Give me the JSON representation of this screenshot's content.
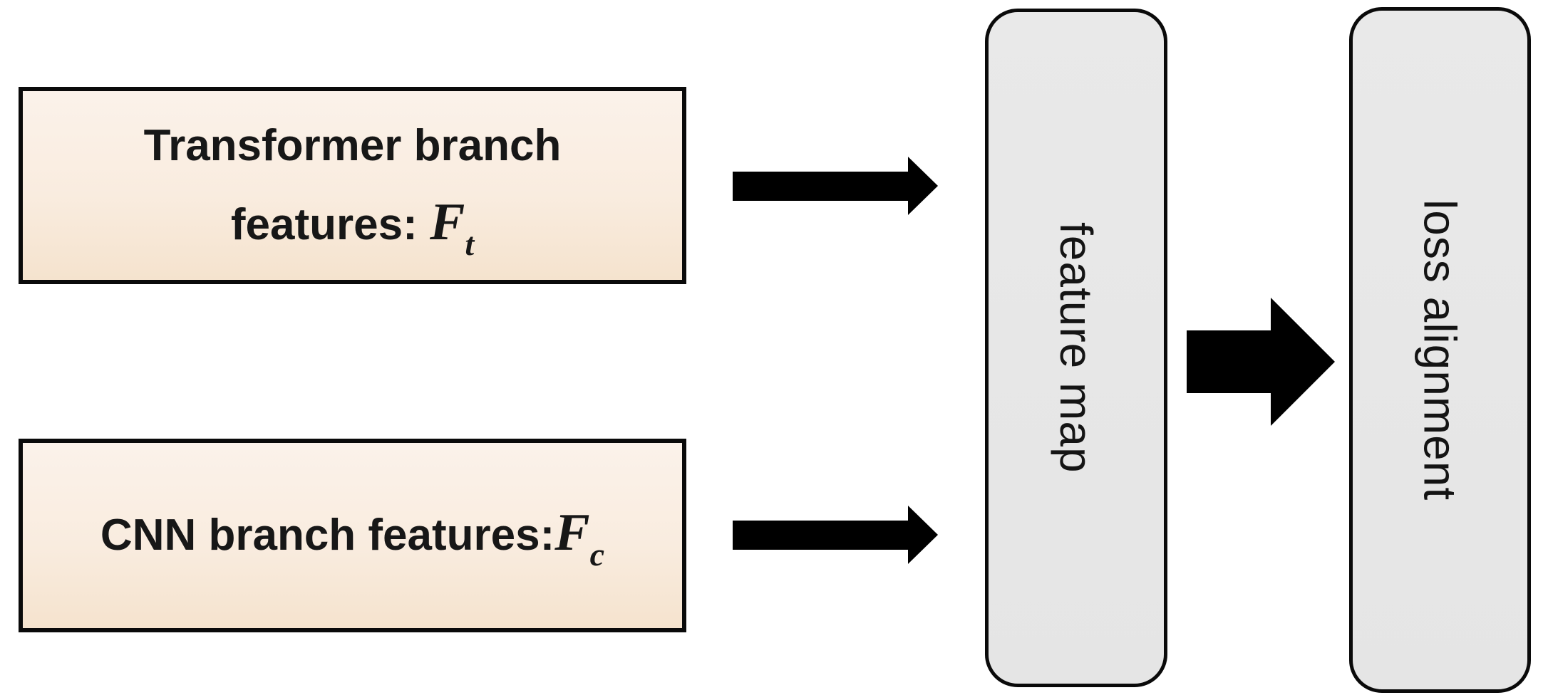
{
  "diagram": {
    "background": "#FFFFFF",
    "colors": {
      "feature_box_fill_top": "#FBF2EA",
      "feature_box_fill_bottom": "#F5E3CE",
      "panel_fill": "#E6E6E6",
      "border": "#000000",
      "arrow": "#000000"
    },
    "nodes": {
      "transformer": {
        "line1": "Transformer branch",
        "line2_prefix": "features: ",
        "symbol": "F",
        "subscript": "t"
      },
      "cnn": {
        "text_prefix": "CNN branch features:",
        "symbol": "F",
        "subscript": "c"
      },
      "feature_map": {
        "label": "feature map"
      },
      "loss_alignment": {
        "label": "loss alignment"
      }
    },
    "arrows": [
      {
        "name": "transformer-to-feature-map",
        "direction": "right"
      },
      {
        "name": "cnn-to-feature-map",
        "direction": "right"
      },
      {
        "name": "feature-map-to-loss-alignment",
        "direction": "right"
      }
    ]
  }
}
